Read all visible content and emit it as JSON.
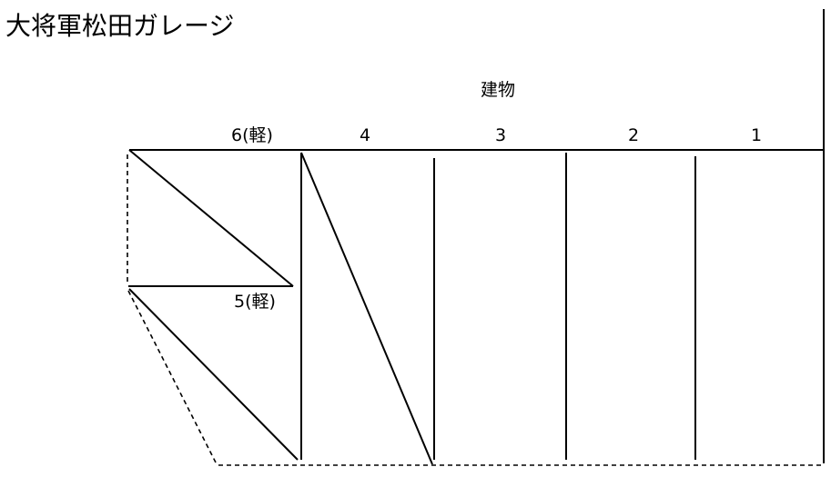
{
  "title": "大将軍松田ガレージ",
  "building_label": "建物",
  "spaces": [
    {
      "id": "6",
      "label": "6(軽)"
    },
    {
      "id": "4",
      "label": "4"
    },
    {
      "id": "3",
      "label": "3"
    },
    {
      "id": "2",
      "label": "2"
    },
    {
      "id": "1",
      "label": "1"
    },
    {
      "id": "5",
      "label": "5(軽)"
    }
  ],
  "colors": {
    "line": "#000000",
    "background": "#ffffff"
  }
}
